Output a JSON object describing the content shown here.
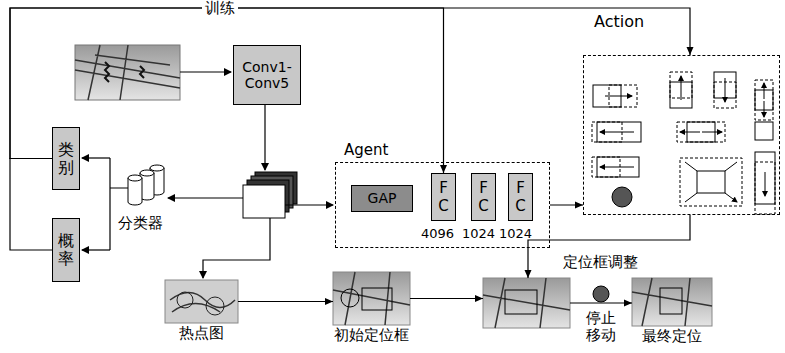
{
  "diagram": {
    "nodes": [
      {
        "text": [
          "Conv1- Conv5"
        ]
      },
      {
        "text": [
          "类别"
        ]
      },
      {
        "text": [
          "概率"
        ]
      },
      {
        "text": [
          "Agent"
        ]
      },
      {
        "text": [
          "GAP"
        ],
        "in": 3
      },
      {
        "text": [
          "F C"
        ],
        "in": 3
      },
      {
        "text": [
          "F C"
        ],
        "in": 3
      },
      {
        "text": [
          "F C"
        ],
        "in": 3
      },
      {
        "text": [
          "Action"
        ]
      },
      {
        "text": [
          "热点图"
        ]
      },
      {
        "text": [
          "初始定位框"
        ]
      },
      {
        "text": [
          "定位框调整"
        ]
      },
      {
        "text": [
          "最终定位"
        ]
      }
    ],
    "edges": [
      {
        "from": 1,
        "to": 5,
        "arrow": "to",
        "label": "训练"
      },
      {
        "from": 1,
        "to": 8,
        "arrow": "to"
      },
      {
        "from": 3,
        "to": 8,
        "arrow": "to"
      },
      {
        "from": 9,
        "to": 10,
        "arrow": "to"
      },
      {
        "from": 10,
        "to": 11,
        "arrow": "to"
      },
      {
        "from": 8,
        "to": 11,
        "arrow": "to"
      },
      {
        "from": 11,
        "to": 12,
        "arrow": "to",
        "label": "停止 移动"
      }
    ],
    "labels": [
      "分类器",
      "4096",
      "1024",
      "1024"
    ]
  }
}
